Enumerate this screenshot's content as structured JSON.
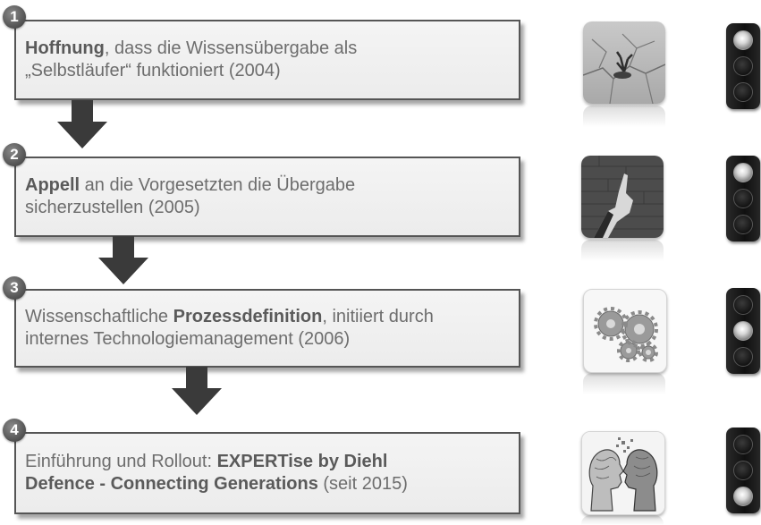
{
  "steps": [
    {
      "number": "1",
      "line1_bold": "Hoffnung",
      "line1_rest": ", dass die Wissensübergabe als",
      "line2": "„Selbstläufer“ funktioniert (2004)",
      "image_icon": "plant-in-cracked-earth-icon",
      "active_light": "top"
    },
    {
      "number": "2",
      "line1_bold": "Appell",
      "line1_rest": " an die Vorgesetzten die Übergabe",
      "line2": "sicherzustellen  (2005)",
      "image_icon": "raised-finger-hand-icon",
      "active_light": "top"
    },
    {
      "number": "3",
      "line1_pre": "Wissenschaftliche ",
      "line1_bold": "Prozessdefinition",
      "line1_rest": ", initiiert durch",
      "line2": "internes Technologiemanagement (2006)",
      "image_icon": "gears-icon",
      "active_light": "middle"
    },
    {
      "number": "4",
      "line1_pre": "Einführung und Rollout: ",
      "line1_bold": "EXPERTise by Diehl",
      "line2_bold": "Defence  - Connecting Generations",
      "line2_rest": " (seit 2015)",
      "image_icon": "two-heads-exchange-icon",
      "active_light": "bottom"
    }
  ],
  "colors": {
    "box_border": "#555555",
    "box_fill": "#efefef",
    "arrow": "#3a3a3a",
    "text": "#6d6d6d"
  }
}
